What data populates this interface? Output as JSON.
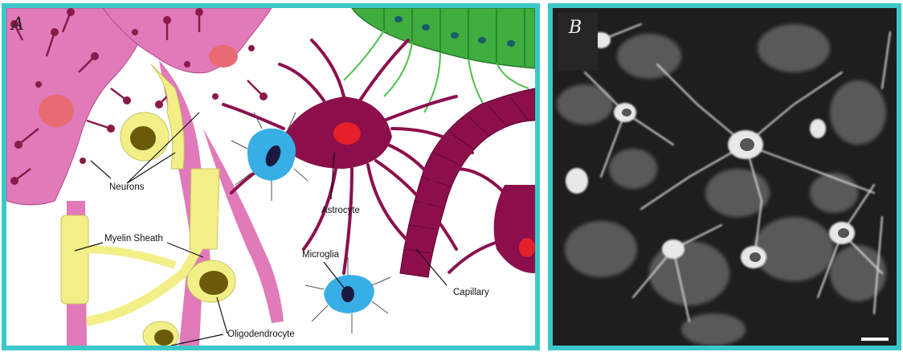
{
  "panels": {
    "a": {
      "letter": "A"
    },
    "b": {
      "letter": "B"
    }
  },
  "labels": {
    "neurons": "Neurons",
    "myelin_sheath": "Myelin Sheath",
    "astrocyte": "Astrocyte",
    "microglia": "Microglia",
    "capillary": "Capillary",
    "oligodendrocyte": "Oligodendrocyte"
  },
  "colors": {
    "border": "#3cc8c8",
    "neuron": "#e07ab8",
    "neuron_nucleus": "#e86a72",
    "neuron_spine": "#8a1a4a",
    "astrocyte": "#8c0f4c",
    "astrocyte_nucleus": "#e4202a",
    "microglia": "#37aee6",
    "microglia_nucleus": "#1a1a40",
    "myelin": "#f3ef88",
    "oligodendrocyte_nucleus": "#6b5a0a",
    "ependymal": "#3fae3f",
    "micrograph_bg": "#1e1e1e"
  }
}
